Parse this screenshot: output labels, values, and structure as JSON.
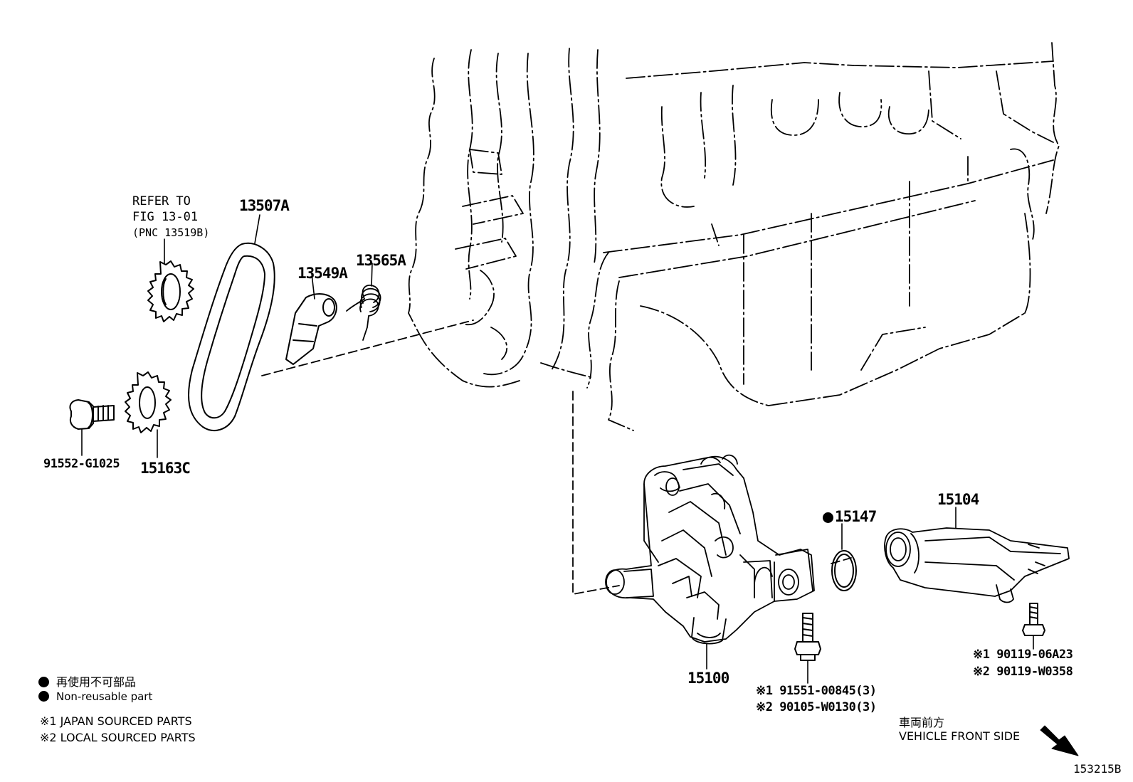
{
  "refer": {
    "line1": "REFER TO",
    "line2": "FIG 13-01",
    "line3": "(PNC 13519B)"
  },
  "parts": {
    "p13507A": "13507A",
    "p13549A": "13549A",
    "p13565A": "13565A",
    "p91552": "91552-G1025",
    "p15163C": "15163C",
    "p15147": "15147",
    "p15104": "15104",
    "p15100": "15100"
  },
  "bolts_pump": {
    "j": "※1 91551-00845(3)",
    "l": "※2 90105-W0130(3)"
  },
  "bolts_strainer": {
    "j": "※1 90119-06A23",
    "l": "※2 90119-W0358"
  },
  "legend": {
    "non_reusable_jp": "再使用不可部品",
    "non_reusable_en": "Non-reusable part",
    "mark1": "※1 JAPAN SOURCED PARTS",
    "mark2": "※2 LOCAL SOURCED PARTS"
  },
  "direction": {
    "jp": "車両前方",
    "en": "VEHICLE FRONT SIDE"
  },
  "figure_id": "153215B"
}
